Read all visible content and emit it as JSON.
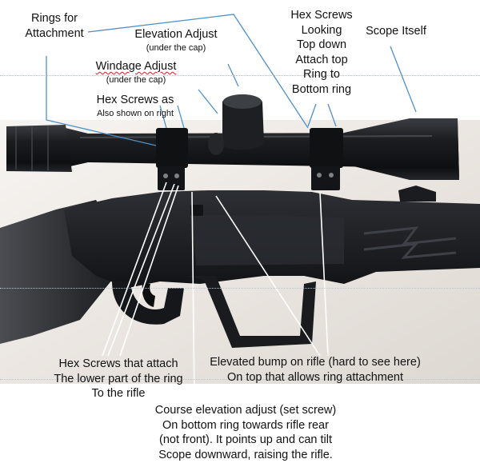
{
  "labels": {
    "rings": [
      "Rings for",
      "Attachment"
    ],
    "elevation": [
      "Elevation Adjust",
      "(under the cap)"
    ],
    "windage": [
      "Windage Adjust",
      "(under the cap)"
    ],
    "hex_left": [
      "Hex Screws as",
      "Also shown on right"
    ],
    "hex_right": [
      "Hex Screws",
      "Looking",
      "Top down",
      "Attach top",
      "Ring to",
      "Bottom ring"
    ],
    "scope": [
      "Scope Itself"
    ],
    "hex_lower": [
      "Hex Screws that attach",
      "The lower part of the ring",
      "To the rifle"
    ],
    "elevated_bump": [
      "Elevated bump on rifle (hard to see here)",
      "On top that allows ring attachment"
    ],
    "course": [
      "Course elevation adjust (set screw)",
      "On bottom ring towards rifle rear",
      "(not front).  It points up and can tilt",
      "Scope downward, raising the rifle."
    ]
  },
  "colors": {
    "arrow": "#4f90c8",
    "rifle_body": "#1d1f23",
    "scope_body": "#15171a"
  }
}
